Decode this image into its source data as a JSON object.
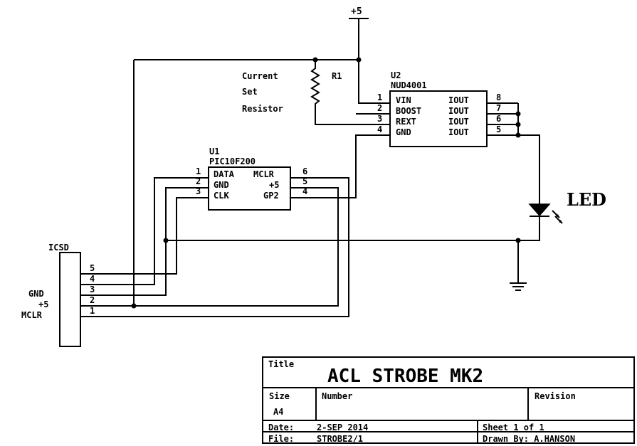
{
  "power": {
    "vcc_label": "+5"
  },
  "r1": {
    "ref": "R1",
    "desc_line1": "Current",
    "desc_line2": "Set",
    "desc_line3": "Resistor"
  },
  "u2": {
    "ref": "U2",
    "part": "NUD4001",
    "left_pins": [
      {
        "num": "1",
        "name": "VIN"
      },
      {
        "num": "2",
        "name": "BOOST"
      },
      {
        "num": "3",
        "name": "REXT"
      },
      {
        "num": "4",
        "name": "GND"
      }
    ],
    "right_pins": [
      {
        "num": "8",
        "name": "IOUT"
      },
      {
        "num": "7",
        "name": "IOUT"
      },
      {
        "num": "6",
        "name": "IOUT"
      },
      {
        "num": "5",
        "name": "IOUT"
      }
    ]
  },
  "u1": {
    "ref": "U1",
    "part": "PIC10F200",
    "left_pins": [
      {
        "num": "1",
        "name": "DATA"
      },
      {
        "num": "2",
        "name": "GND"
      },
      {
        "num": "3",
        "name": "CLK"
      }
    ],
    "right_pins": [
      {
        "num": "6",
        "name": "MCLR"
      },
      {
        "num": "5",
        "name": "+5"
      },
      {
        "num": "4",
        "name": "GP2"
      }
    ]
  },
  "led": {
    "label": "LED"
  },
  "icsd": {
    "ref": "ICSD",
    "pins": [
      "5",
      "4",
      "3",
      "2",
      "1"
    ],
    "side_labels": [
      "GND",
      "+5",
      "MCLR"
    ]
  },
  "title_block": {
    "title_caption": "Title",
    "title": "ACL STROBE MK2",
    "size_caption": "Size",
    "size": "A4",
    "number_caption": "Number",
    "revision_caption": "Revision",
    "date_label": "Date:",
    "date": "2-SEP 2014",
    "file_label": "File:",
    "file": "STROBE2/1",
    "sheet_text": "Sheet 1 of 1",
    "drawn_text": "Drawn By: A.HANSON"
  }
}
